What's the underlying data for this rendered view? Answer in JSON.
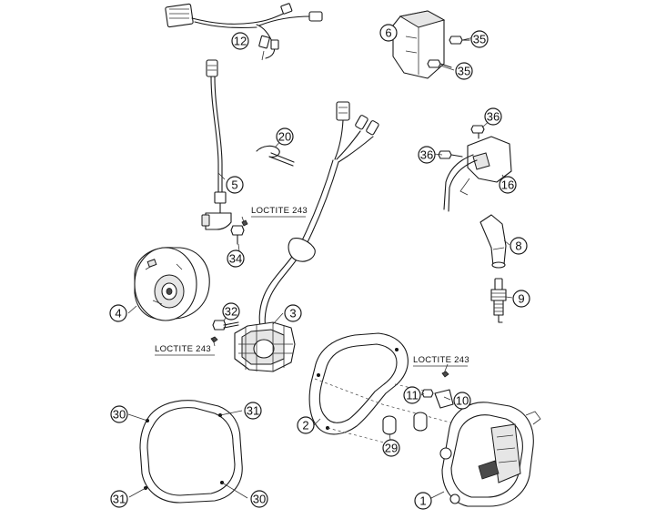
{
  "callouts": {
    "c1": "1",
    "c2": "2",
    "c3": "3",
    "c4": "4",
    "c5": "5",
    "c6": "6",
    "c8": "8",
    "c9": "9",
    "c10": "10",
    "c11": "11",
    "c12": "12",
    "c16": "16",
    "c20": "20",
    "c29": "29",
    "c30a": "30",
    "c30b": "30",
    "c31a": "31",
    "c31b": "31",
    "c32": "32",
    "c34": "34",
    "c35a": "35",
    "c35b": "35",
    "c36a": "36",
    "c36b": "36"
  },
  "notes": {
    "loctite_top": "LOCTITE 243",
    "loctite_left": "LOCTITE 243",
    "loctite_right": "LOCTITE 243"
  }
}
